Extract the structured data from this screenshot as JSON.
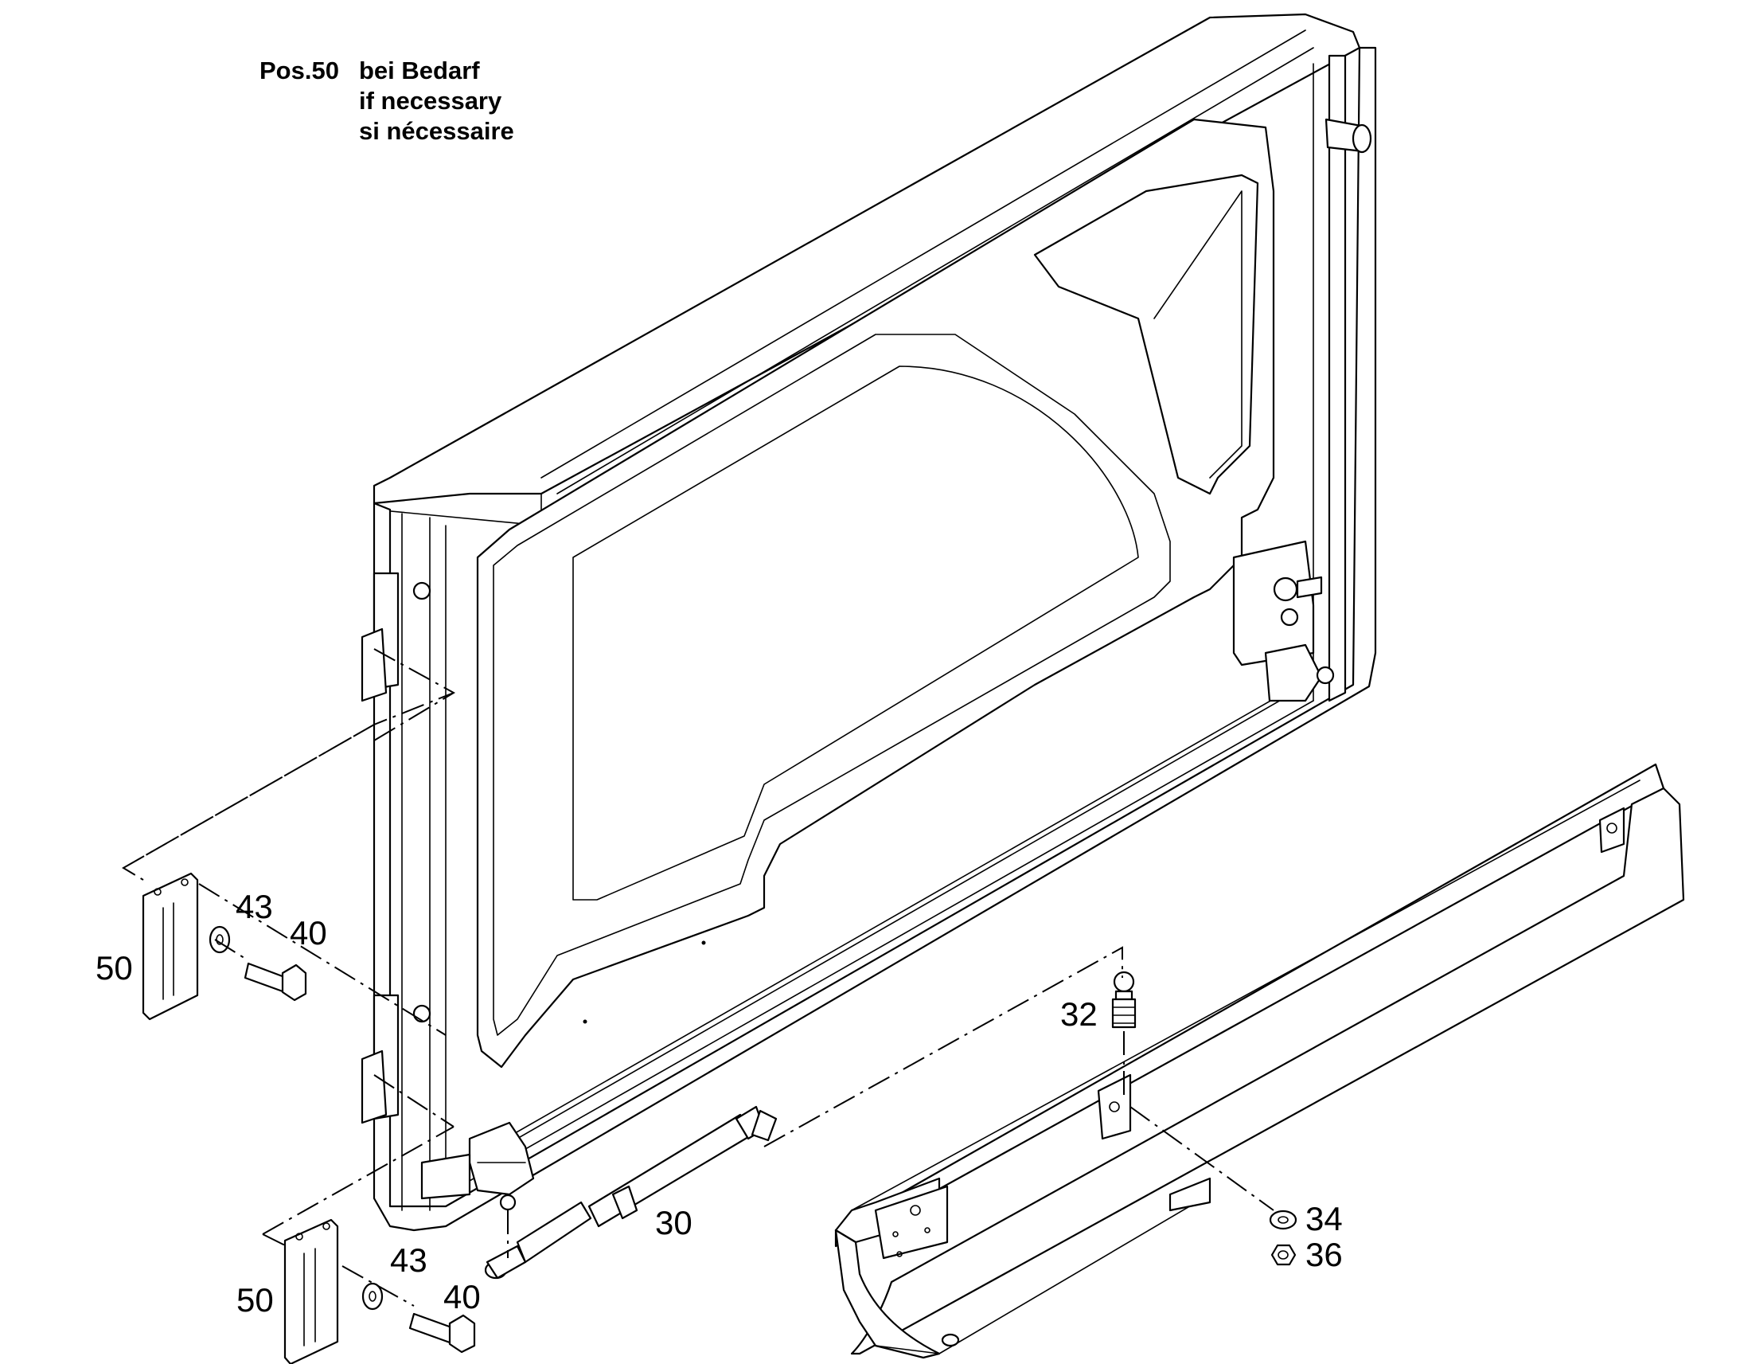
{
  "note": {
    "key": "Pos.50",
    "lines": [
      "bei Bedarf",
      "if necessary",
      "si nécessaire"
    ]
  },
  "callouts": {
    "upper_plate": "50",
    "upper_washer": "43",
    "upper_bolt": "40",
    "lower_plate": "50",
    "lower_washer": "43",
    "lower_bolt": "40",
    "gas_spring": "30",
    "ball_stud": "32",
    "nut_washer": "34",
    "nut": "36"
  },
  "colors": {
    "line": "#000000",
    "background": "#ffffff",
    "shade": "#e4e4e4"
  }
}
